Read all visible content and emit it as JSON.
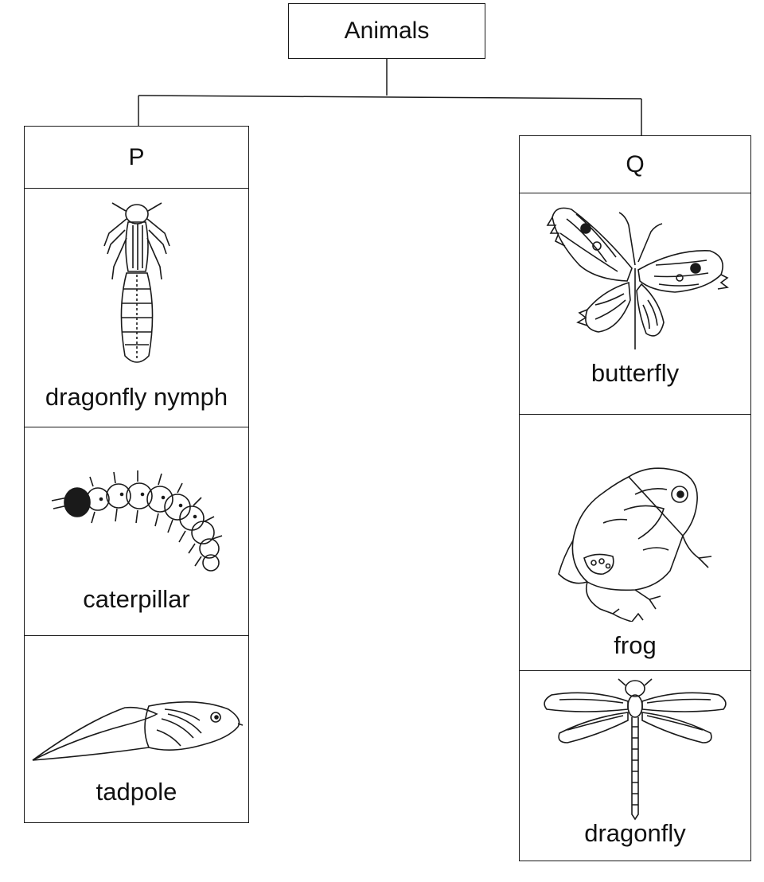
{
  "root": {
    "label": "Animals"
  },
  "groups": [
    {
      "header": "P",
      "items": [
        {
          "label": "dragonfly nymph",
          "icon": "dragonfly-nymph-icon"
        },
        {
          "label": "caterpillar",
          "icon": "caterpillar-icon"
        },
        {
          "label": "tadpole",
          "icon": "tadpole-icon"
        }
      ]
    },
    {
      "header": "Q",
      "items": [
        {
          "label": "butterfly",
          "icon": "butterfly-icon"
        },
        {
          "label": "frog",
          "icon": "frog-icon"
        },
        {
          "label": "dragonfly",
          "icon": "dragonfly-icon"
        }
      ]
    }
  ],
  "colors": {
    "line": "#1a1a1a",
    "background": "#ffffff"
  }
}
